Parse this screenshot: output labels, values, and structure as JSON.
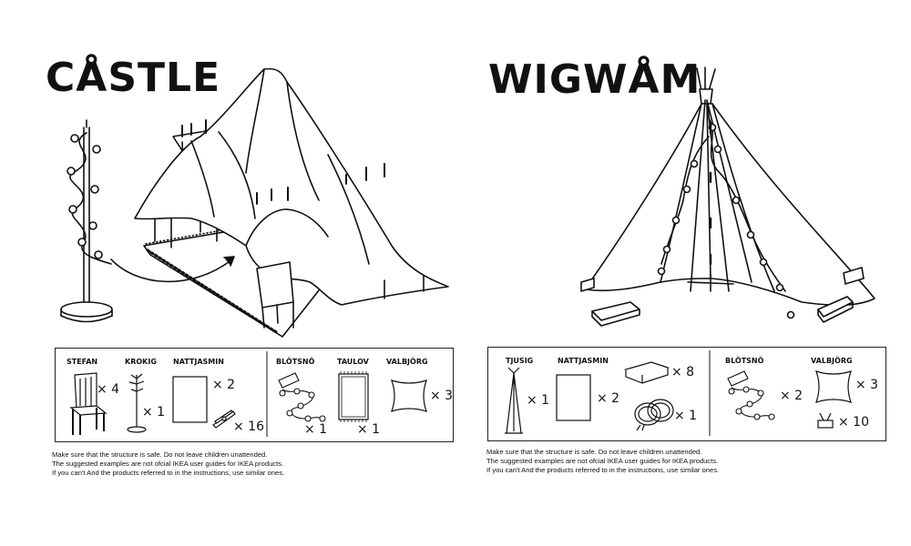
{
  "castle": {
    "title": "CÅSTLE",
    "parts": [
      {
        "name": "STEFAN",
        "qty": "× 4",
        "icon": "chair-icon"
      },
      {
        "name": "KROKIG",
        "qty": "× 1",
        "icon": "coat-stand-icon"
      },
      {
        "name": "NATTJASMIN",
        "qty": "× 2",
        "icon": "bed-sheet-icon"
      },
      {
        "name": "",
        "qty": "× 16",
        "icon": "clothes-peg-icon"
      },
      {
        "name": "BLÖTSNÖ",
        "qty": "× 1",
        "icon": "string-lights-icon"
      },
      {
        "name": "TAULOV",
        "qty": "× 1",
        "icon": "rug-icon"
      },
      {
        "name": "VALBJÖRG",
        "qty": "× 3",
        "icon": "cushion-icon"
      }
    ],
    "notes": [
      "Make sure that the structure is safe.  Do not leave children unattended.",
      "The suggested examples are not ofcial IKEA user guides for IKEA products.",
      "If you can't And the products referred to in the instructions, use similar ones."
    ]
  },
  "wigwam": {
    "title": "WIGWÅM",
    "parts": [
      {
        "name": "TJUSIG",
        "qty": "× 1",
        "icon": "pole-rack-icon"
      },
      {
        "name": "NATTJASMIN",
        "qty": "× 2",
        "icon": "bed-sheet-icon"
      },
      {
        "name": "",
        "qty": "× 8",
        "icon": "book-icon"
      },
      {
        "name": "",
        "qty": "× 1",
        "icon": "rope-icon"
      },
      {
        "name": "BLÖTSNÖ",
        "qty": "× 2",
        "icon": "string-lights-icon"
      },
      {
        "name": "VALBJÖRG",
        "qty": "× 3",
        "icon": "cushion-icon"
      },
      {
        "name": "",
        "qty": "× 10",
        "icon": "binder-clip-icon"
      }
    ],
    "notes": [
      "Make sure that the structure is safe.  Do not leave children unattended.",
      "The suggested examples are not ofcial IKEA user guides for IKEA products.",
      "If you can't And the products referred to in the instructions, use similar ones."
    ]
  }
}
